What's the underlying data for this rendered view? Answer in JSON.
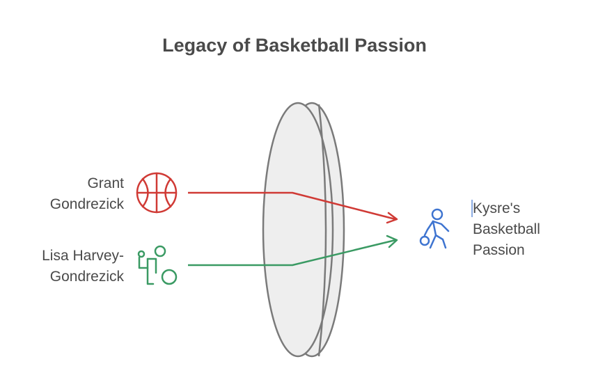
{
  "title": "Legacy of Basketball Passion",
  "inputs": [
    {
      "line1": "Grant",
      "line2": "Gondrezick",
      "icon": "basketball-icon",
      "color": "#d03a35"
    },
    {
      "line1": "Lisa Harvey-",
      "line2": "Gondrezick",
      "icon": "wheelchair-basketball-player-icon",
      "color": "#3a9a63"
    }
  ],
  "output": {
    "line1": "Kysre's",
    "line2": "Basketball",
    "line3": "Passion",
    "icon": "dribbling-player-icon",
    "color": "#3e74d0"
  },
  "colors": {
    "lens_fill": "#eeeeee",
    "lens_stroke": "#7a7a7a",
    "text": "#4a4a4a"
  }
}
